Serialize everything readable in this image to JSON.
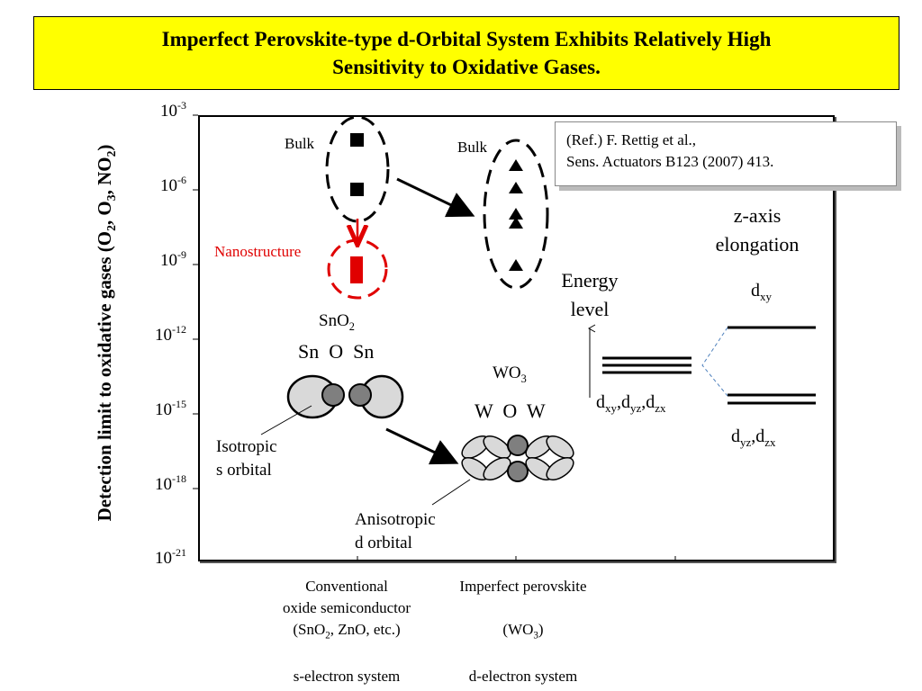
{
  "title": {
    "line1": "Imperfect Perovskite-type d-Orbital System Exhibits Relatively High",
    "line2": "Sensitivity to Oxidative Gases."
  },
  "y_axis": {
    "label_prefix": "Detection limit to oxidative gases (O",
    "label_mid1": ", O",
    "label_mid2": ", NO",
    "label_suffix": ")",
    "sub": "2",
    "sub3": "3",
    "tick_base": "10",
    "tick_exponents": [
      "-3",
      "-6",
      "-9",
      "-12",
      "-15",
      "-18",
      "-21"
    ]
  },
  "reference": {
    "line1": "(Ref.) F. Rettig et al.,",
    "line2": "Sens. Actuators B123 (2007)  413."
  },
  "labels": {
    "bulk_left": "Bulk",
    "bulk_right": "Bulk",
    "nanostructure": "Nanostructure",
    "sno2_main": "SnO",
    "sno2_sub": "2",
    "sn_o_sn": "Sn  O  Sn",
    "wo3_main": "WO",
    "wo3_sub": "3",
    "w_o_w": "W  O  W",
    "isotropic_1": "Isotropic",
    "isotropic_2": "s orbital",
    "anisotropic_1": "Anisotropic",
    "anisotropic_2": "d orbital",
    "energy_1": "Energy",
    "energy_2": "level",
    "zaxis_1": "z-axis",
    "zaxis_2": "elongation",
    "d": "d",
    "xy": "xy",
    "yz": "yz",
    "zx": "zx",
    "comma": ","
  },
  "categories": {
    "left_1": "Conventional",
    "left_2": "oxide semiconductor",
    "left_3a": "(SnO",
    "left_3b": "2",
    "left_3c": ", ZnO, etc.)",
    "left_4": "s-electron system",
    "right_1": "Imperfect perovskite",
    "right_3a": "(WO",
    "right_3b": "3",
    "right_3c": ")",
    "right_4": "d-electron system"
  },
  "colors": {
    "title_bg": "#ffff00",
    "nano": "#e00000",
    "orbital_fill": "#d9d9d9",
    "orbital_dark": "#7f7f7f"
  }
}
